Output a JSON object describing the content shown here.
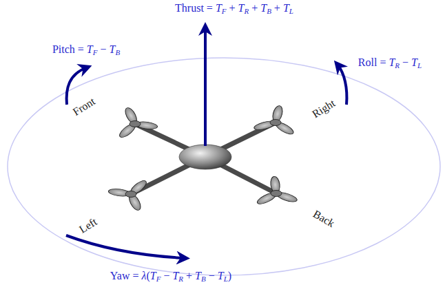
{
  "diagram": {
    "labels": [
      "Thrust = TF + TR + TB + TL",
      "Pitch = TF − TB",
      "Roll = TR − TL",
      "Yaw = λ(TF − TR + TB − TL)",
      "Front",
      "Right",
      "Left",
      "Back"
    ]
  }
}
